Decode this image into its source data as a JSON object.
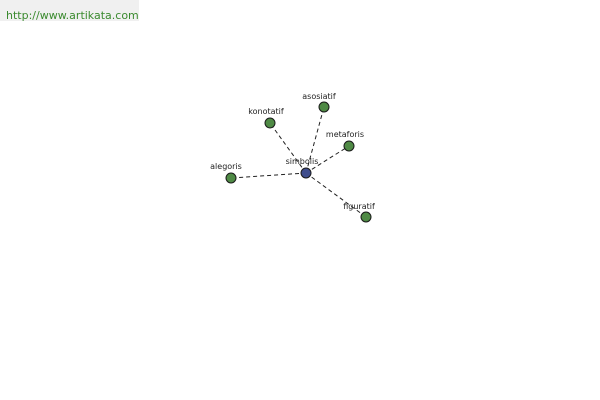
{
  "source": {
    "url_text": "http://www.artikata.com"
  },
  "graph": {
    "center": {
      "id": "simbolis",
      "label": "simbolis"
    },
    "nodes": [
      {
        "id": "konotatif",
        "label": "konotatif"
      },
      {
        "id": "asosiatif",
        "label": "asosiatif"
      },
      {
        "id": "metaforis",
        "label": "metaforis"
      },
      {
        "id": "alegoris",
        "label": "alegoris"
      },
      {
        "id": "figuratif",
        "label": "figuratif"
      }
    ],
    "edges": [
      {
        "from": "simbolis",
        "to": "konotatif"
      },
      {
        "from": "simbolis",
        "to": "asosiatif"
      },
      {
        "from": "simbolis",
        "to": "metaforis"
      },
      {
        "from": "simbolis",
        "to": "alegoris"
      },
      {
        "from": "simbolis",
        "to": "figuratif"
      }
    ],
    "colors": {
      "center_node": "#3f4d8c",
      "leaf_node": "#4f8a45",
      "edge": "#222222",
      "link_text": "#3a8a2e"
    }
  }
}
